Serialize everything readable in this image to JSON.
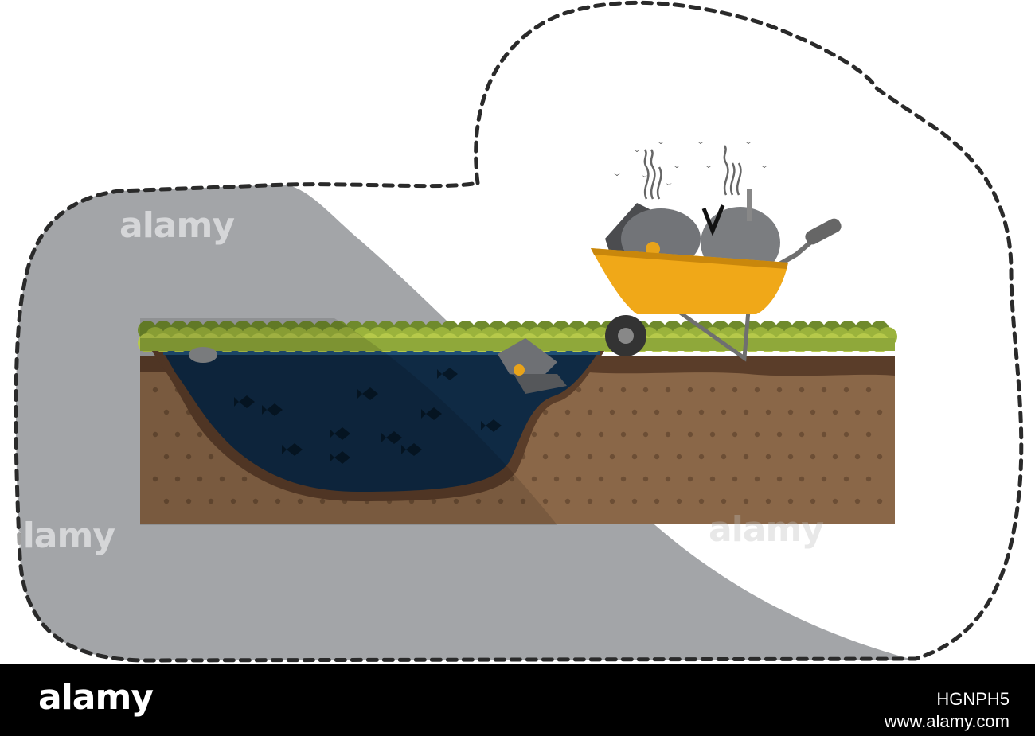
{
  "watermark": {
    "text": "alamy"
  },
  "footer": {
    "logo_text": "alamy",
    "image_id": "HGNPH5"
  },
  "colors": {
    "shadow": "#a3a5a8",
    "water": "#0f2a44",
    "soil": "#8a6748",
    "soil_dark": "#5a3d29",
    "grass": "#9bb33c",
    "wheelbarrow": "#f0a818",
    "trash": "#7b7d80",
    "footer_bg": "#000000"
  },
  "icons": {
    "sticker_outline": "dashed-outline-icon",
    "wheelbarrow": "wheelbarrow-icon",
    "pond": "polluted-pond-icon",
    "flies": "flies-icon",
    "garbage_bags": "garbage-bag-icon"
  }
}
